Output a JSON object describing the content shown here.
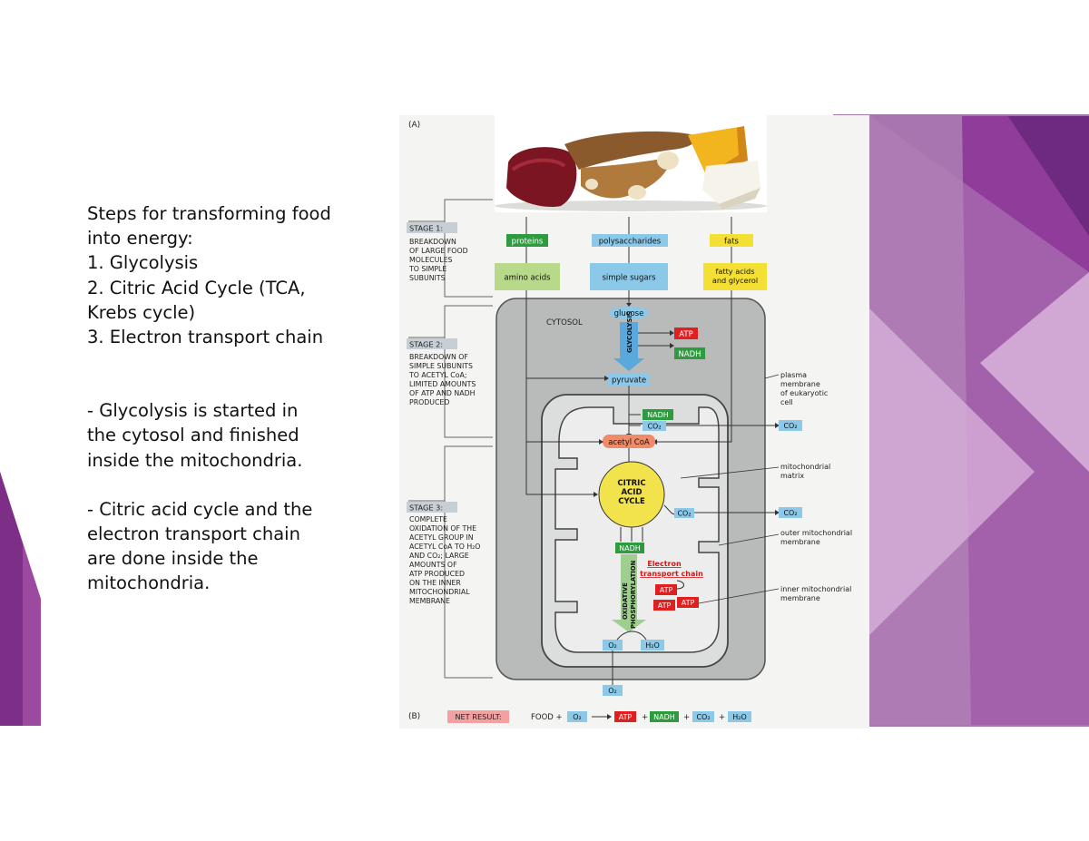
{
  "slide": {
    "text_lines": [
      "Steps for transforming food",
      "into energy:",
      "1.  Glycolysis",
      "2.  Citric Acid Cycle (TCA,",
      "Krebs cycle)",
      "3.  Electron transport chain"
    ],
    "notes": [
      [
        "-   Glycolysis is started in",
        "the cytosol and finished",
        "inside the mitochondria."
      ],
      [
        "-   Citric acid cycle and the",
        "electron transport chain",
        "are done inside the",
        "mitochondria."
      ]
    ]
  },
  "figure": {
    "panel_a": "(A)",
    "panel_b": "(B)",
    "stages": [
      {
        "title": "STAGE 1:",
        "lines": [
          "BREAKDOWN",
          "OF LARGE FOOD",
          "MOLECULES",
          "TO SIMPLE",
          "SUBUNITS"
        ]
      },
      {
        "title": "STAGE 2:",
        "lines": [
          "BREAKDOWN OF",
          "SIMPLE SUBUNITS",
          "TO ACETYL CoA;",
          "LIMITED AMOUNTS",
          "OF ATP AND NADH",
          "PRODUCED"
        ]
      },
      {
        "title": "STAGE 3:",
        "lines": [
          "COMPLETE",
          "OXIDATION OF THE",
          "ACETYL GROUP IN",
          "ACETYL CoA TO H₂O",
          "AND CO₂; LARGE",
          "AMOUNTS OF",
          "ATP PRODUCED",
          "ON THE INNER",
          "MITOCHONDRIAL",
          "MEMBRANE"
        ]
      }
    ],
    "food_row": [
      "proteins",
      "polysaccharides",
      "fats"
    ],
    "subunit_row": [
      "amino acids",
      "simple sugars",
      [
        "fatty acids",
        "and glycerol"
      ]
    ],
    "cytosol": "CYTOSOL",
    "glucose": "glucose",
    "glycolysis": "GLYCOLYSIS",
    "atp": "ATP",
    "nadh": "NADH",
    "pyruvate": "pyruvate",
    "co2": "CO₂",
    "acetyl_coa": "acetyl CoA",
    "citric_cycle": [
      "CITRIC",
      "ACID",
      "CYCLE"
    ],
    "etc": [
      "Electron",
      "transport chain"
    ],
    "oxphos": [
      "OXIDATIVE",
      "PHOSPHORYLATION"
    ],
    "o2": "O₂",
    "h2o": "H₂O",
    "labels": {
      "plasma": [
        "plasma",
        "membrane",
        "of eukaryotic",
        "cell"
      ],
      "matrix": [
        "mitochondrial",
        "matrix"
      ],
      "outer": [
        "outer mitochondrial",
        "membrane"
      ],
      "inner": [
        "inner mitochondrial",
        "membrane"
      ]
    },
    "net": {
      "label": "NET RESULT:",
      "food": "FOOD +",
      "plus": "+"
    },
    "colors": {
      "green_box": "#2e9b3e",
      "yellow_box": "#f4e034",
      "lightgreen_box": "#b8d98a",
      "blue_box": "#8cc8e8",
      "red_box": "#e02020",
      "cell_gray": "#b9bbbb",
      "mito_fill": "#e9eaea",
      "cycle_yellow": "#f2e24c",
      "acetyl_salmon": "#f08b6a",
      "net_pink": "#f2a0a0",
      "purple": "#7b2e8f"
    }
  }
}
